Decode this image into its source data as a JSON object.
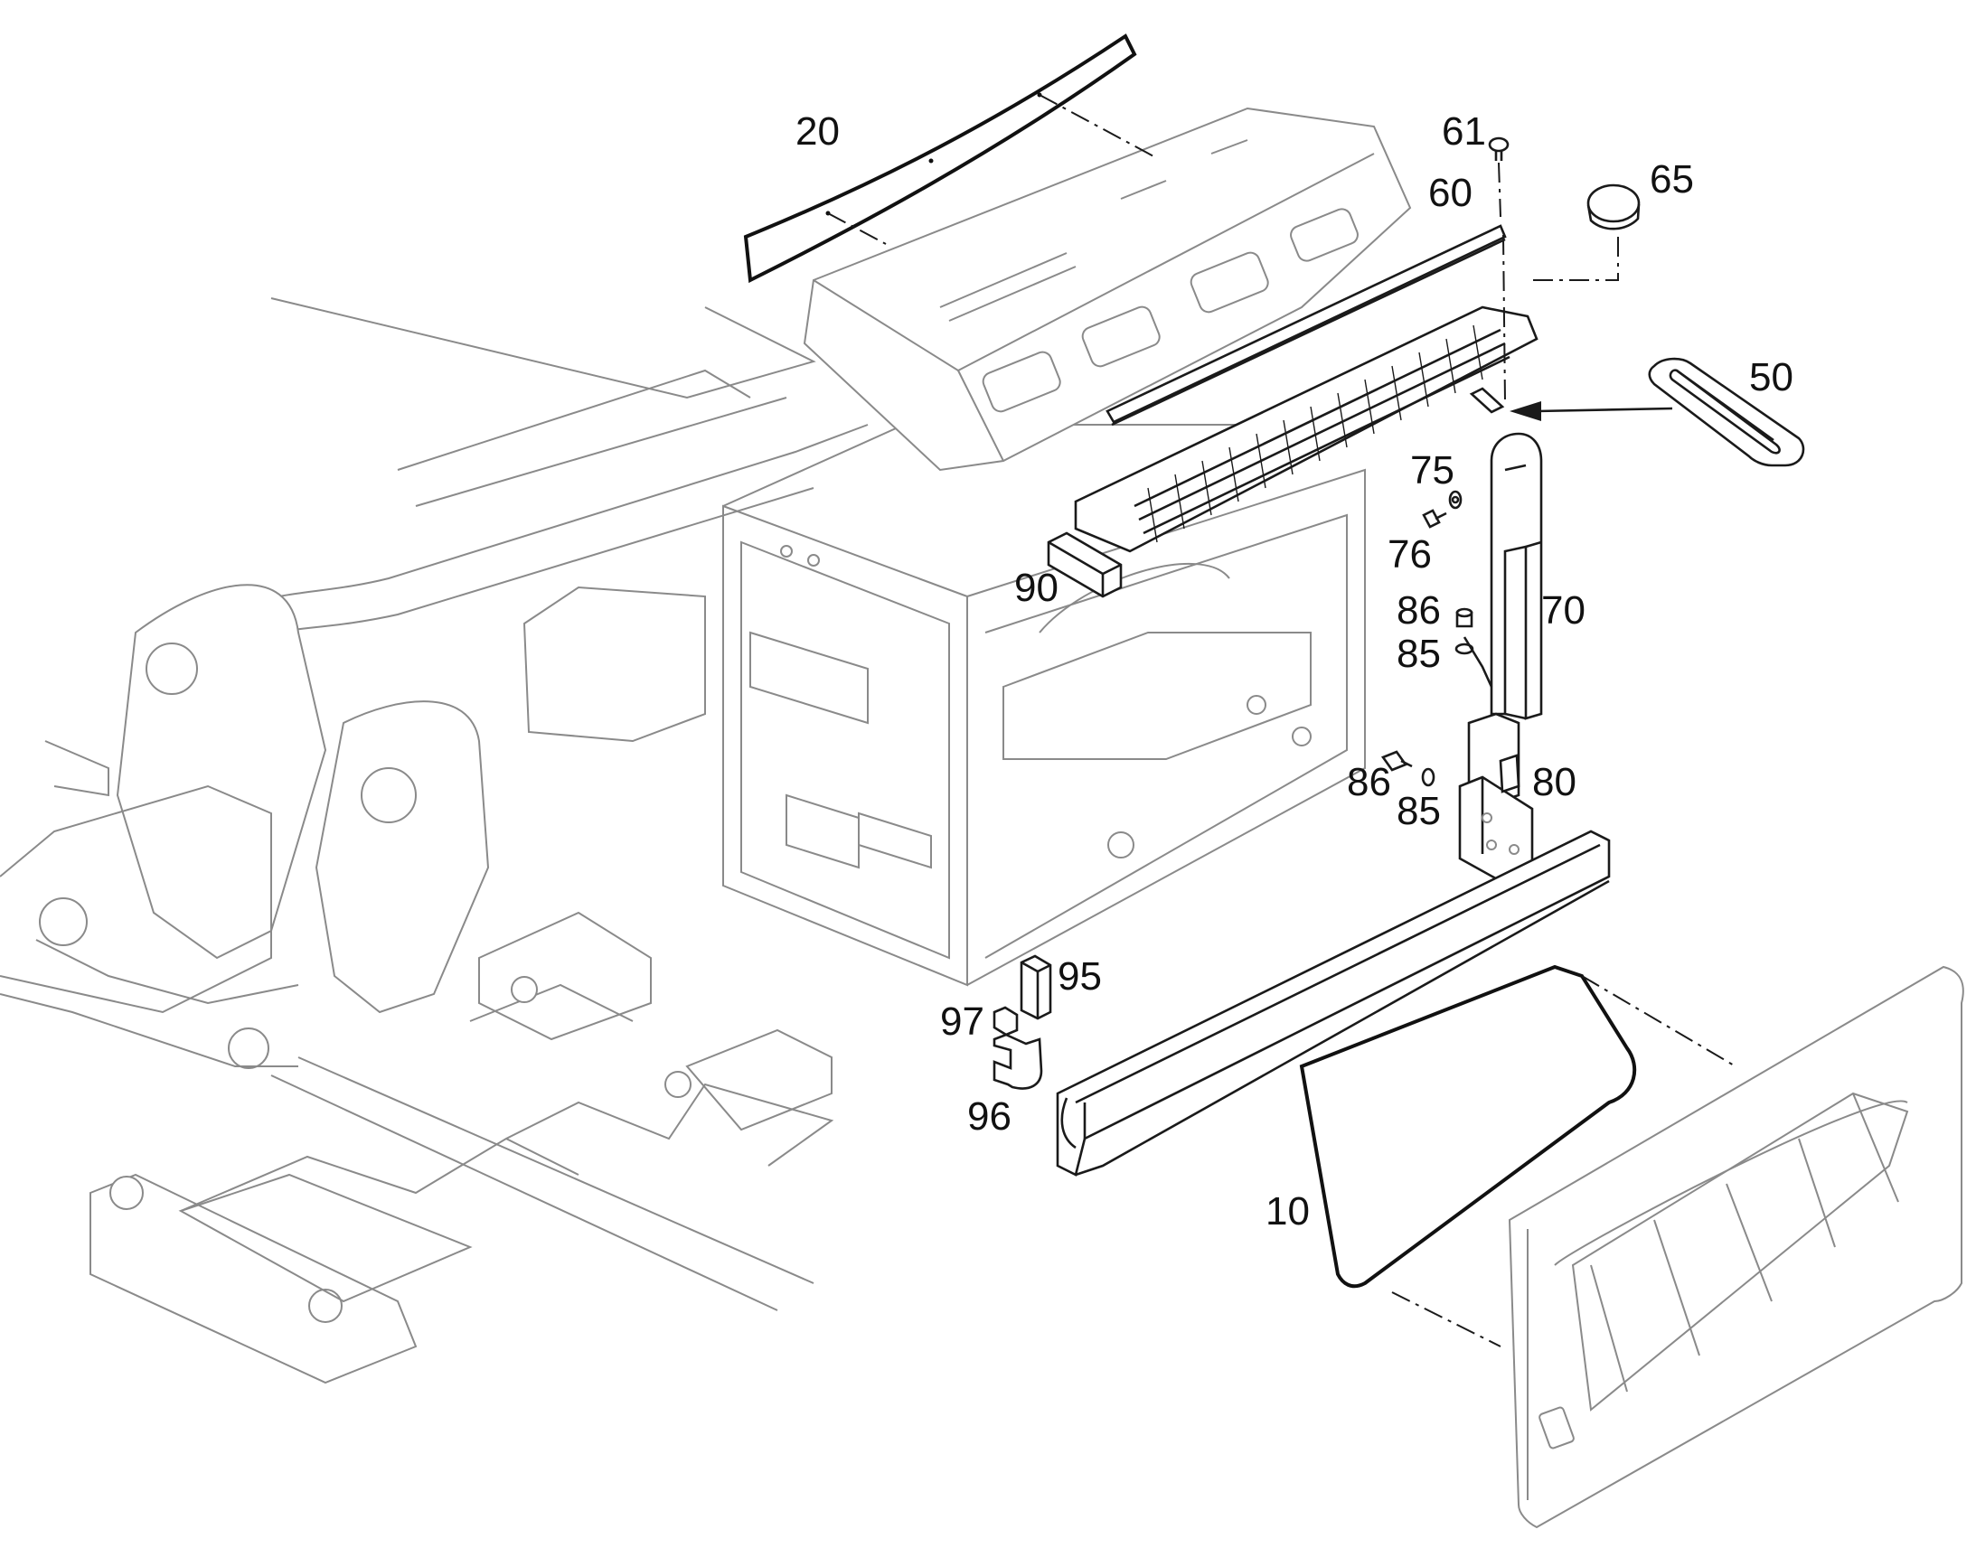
{
  "callouts": {
    "c10": "10",
    "c20": "20",
    "c50": "50",
    "c60": "60",
    "c61": "61",
    "c65": "65",
    "c70": "70",
    "c75": "75",
    "c76": "76",
    "c80": "80",
    "c85a": "85",
    "c85b": "85",
    "c86a": "86",
    "c86b": "86",
    "c90": "90",
    "c95": "95",
    "c96": "96",
    "c97": "97"
  },
  "colors": {
    "line_dark": "#1a1a1a",
    "line_light": "#8a8a8a",
    "background": "#ffffff"
  }
}
